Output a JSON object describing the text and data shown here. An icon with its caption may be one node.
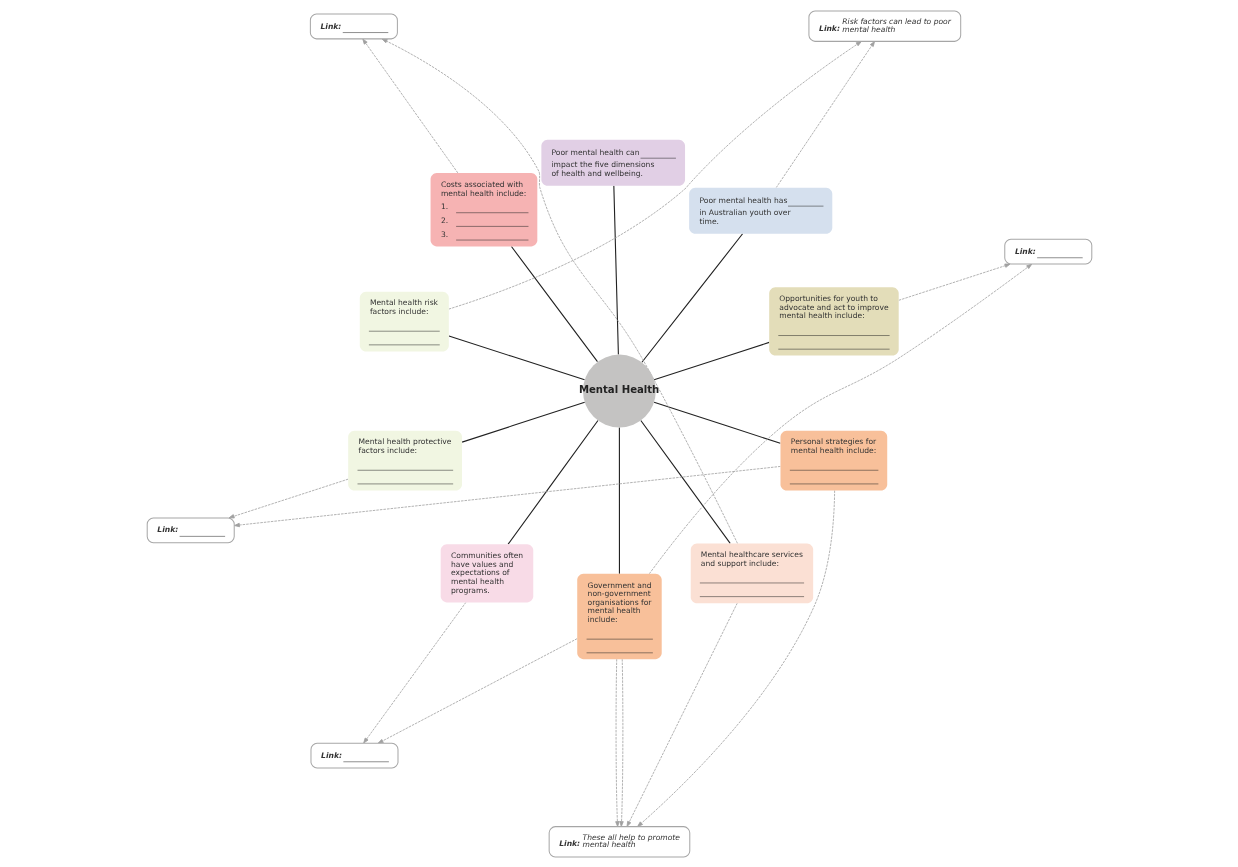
{
  "diagram": {
    "nodes": [
      {
        "text": [
          "Opportunities for youth to advocate and act to improve mental health include:"
        ]
      },
      {
        "text": [
          "Poor mental health has",
          "in Australian youth over time."
        ]
      },
      {
        "text": [
          "Link:",
          "Risk factors can lead to poor mental health"
        ]
      },
      {
        "text": [
          "Poor mental health can",
          "impact the five dimensions of health and wellbeing."
        ]
      },
      {
        "text": [
          "Link:"
        ]
      },
      {
        "text": [
          "Costs associated with mental health include:",
          "1.",
          "2.",
          "3."
        ]
      },
      {
        "text": [
          "Mental Health"
        ]
      },
      {
        "text": [
          "Mental health risk factors include:"
        ]
      },
      {
        "text": [
          "Link:"
        ]
      },
      {
        "text": [
          "Mental health protective factors include:"
        ]
      },
      {
        "text": [
          "Communities often have values and expectations of mental health programs."
        ]
      },
      {
        "text": [
          "Government and non-government organisations for mental health include:"
        ]
      },
      {
        "text": [
          "Mental healthcare services and support include:"
        ]
      },
      {
        "text": [
          "Link:"
        ]
      },
      {
        "text": [
          "Link:"
        ]
      },
      {
        "text": [
          "Personal strategies for mental health include:"
        ]
      },
      {
        "text": [
          "Link:",
          "These all help to promote mental health"
        ]
      }
    ],
    "edges": [
      {
        "from": 6,
        "to": 0,
        "arrow": "none",
        "color": "#222222"
      },
      {
        "from": 6,
        "to": 1,
        "arrow": "none",
        "color": "#222222"
      },
      {
        "from": 6,
        "to": 3,
        "arrow": "none",
        "color": "#222222"
      },
      {
        "from": 6,
        "to": 5,
        "arrow": "none",
        "color": "#222222"
      },
      {
        "from": 6,
        "to": 7,
        "arrow": "none",
        "color": "#222222"
      },
      {
        "from": 6,
        "to": 12,
        "arrow": "none",
        "color": "#222222"
      },
      {
        "from": 6,
        "to": 10,
        "arrow": "none",
        "color": "#222222"
      },
      {
        "from": 6,
        "to": 11,
        "arrow": "none",
        "color": "#222222"
      },
      {
        "from": 6,
        "to": 9,
        "arrow": "none",
        "color": "#222222"
      },
      {
        "from": 6,
        "to": 15,
        "arrow": "none",
        "color": "#222222"
      },
      {
        "from": 1,
        "to": 2,
        "arrow": "to",
        "style": "dashed"
      },
      {
        "from": 7,
        "to": 2,
        "arrow": "to",
        "style": "dashed"
      },
      {
        "from": 0,
        "to": 4,
        "arrow": "to",
        "style": "dashed"
      },
      {
        "from": 11,
        "to": 4,
        "arrow": "to",
        "style": "dashed"
      },
      {
        "from": 5,
        "to": 8,
        "arrow": "to",
        "style": "dashed"
      },
      {
        "from": 12,
        "to": 8,
        "arrow": "to",
        "style": "dashed"
      },
      {
        "from": 10,
        "to": 14,
        "arrow": "to",
        "style": "dashed"
      },
      {
        "from": 11,
        "to": 14,
        "arrow": "to",
        "style": "dashed"
      },
      {
        "from": 9,
        "to": 13,
        "arrow": "to",
        "style": "dashed"
      },
      {
        "from": 15,
        "to": 13,
        "arrow": "to",
        "style": "dashed"
      },
      {
        "from": 12,
        "to": 16,
        "arrow": "to",
        "style": "dashed"
      },
      {
        "from": 11,
        "to": 16,
        "arrow": "to",
        "style": "dashed"
      },
      {
        "from": 15,
        "to": 16,
        "arrow": "to",
        "style": "dashed"
      },
      {
        "from": 11,
        "to": 16,
        "arrow": "to",
        "style": "dashed"
      }
    ]
  }
}
